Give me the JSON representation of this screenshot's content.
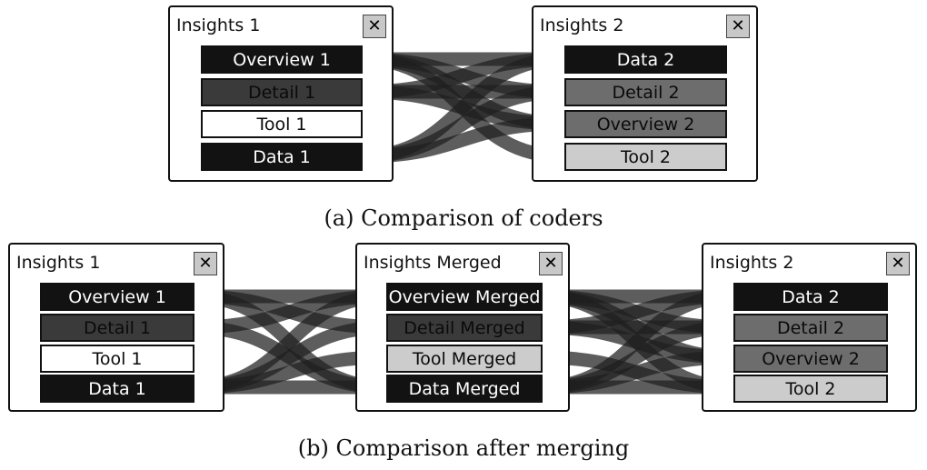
{
  "diagram_a": {
    "panel_left": {
      "title": "Insights 1",
      "close": "✕",
      "items": [
        {
          "label": "Overview 1",
          "shade": "black"
        },
        {
          "label": "Detail 1",
          "shade": "dark"
        },
        {
          "label": "Tool 1",
          "shade": "white"
        },
        {
          "label": "Data 1",
          "shade": "black"
        }
      ]
    },
    "panel_right": {
      "title": "Insights 2",
      "close": "✕",
      "items": [
        {
          "label": "Data 2",
          "shade": "black"
        },
        {
          "label": "Detail 2",
          "shade": "mid"
        },
        {
          "label": "Overview 2",
          "shade": "mid"
        },
        {
          "label": "Tool 2",
          "shade": "light"
        }
      ]
    },
    "links": [
      [
        0,
        0
      ],
      [
        0,
        1
      ],
      [
        0,
        2
      ],
      [
        0,
        3
      ],
      [
        1,
        0
      ],
      [
        1,
        1
      ],
      [
        1,
        2
      ],
      [
        3,
        0
      ],
      [
        3,
        1
      ],
      [
        3,
        2
      ]
    ],
    "caption": "(a) Comparison of coders"
  },
  "diagram_b": {
    "panel_left": {
      "title": "Insights 1",
      "close": "✕",
      "items": [
        {
          "label": "Overview 1",
          "shade": "black"
        },
        {
          "label": "Detail 1",
          "shade": "dark"
        },
        {
          "label": "Tool 1",
          "shade": "white"
        },
        {
          "label": "Data 1",
          "shade": "black"
        }
      ]
    },
    "panel_middle": {
      "title": "Insights Merged",
      "close": "✕",
      "items": [
        {
          "label": "Overview Merged",
          "shade": "black"
        },
        {
          "label": "Detail Merged",
          "shade": "dark"
        },
        {
          "label": "Tool Merged",
          "shade": "light"
        },
        {
          "label": "Data Merged",
          "shade": "black"
        }
      ]
    },
    "panel_right": {
      "title": "Insights 2",
      "close": "✕",
      "items": [
        {
          "label": "Data 2",
          "shade": "black"
        },
        {
          "label": "Detail 2",
          "shade": "mid"
        },
        {
          "label": "Overview 2",
          "shade": "mid"
        },
        {
          "label": "Tool 2",
          "shade": "light"
        }
      ]
    },
    "links_left": [
      [
        0,
        0
      ],
      [
        0,
        1
      ],
      [
        0,
        3
      ],
      [
        1,
        0
      ],
      [
        1,
        3
      ],
      [
        3,
        0
      ],
      [
        3,
        1
      ],
      [
        3,
        2
      ],
      [
        3,
        3
      ]
    ],
    "links_right": [
      [
        0,
        0
      ],
      [
        0,
        1
      ],
      [
        0,
        2
      ],
      [
        0,
        3
      ],
      [
        1,
        0
      ],
      [
        1,
        1
      ],
      [
        1,
        2
      ],
      [
        2,
        3
      ],
      [
        3,
        0
      ],
      [
        3,
        1
      ],
      [
        3,
        2
      ],
      [
        3,
        3
      ]
    ],
    "caption": "(b) Comparison after merging"
  },
  "colors": {
    "black": "#121212",
    "dark": "#3a3a3a",
    "mid": "#6d6d6d",
    "light": "#cccccc",
    "white": "#ffffff",
    "ribbon": "#1e1e1e"
  }
}
